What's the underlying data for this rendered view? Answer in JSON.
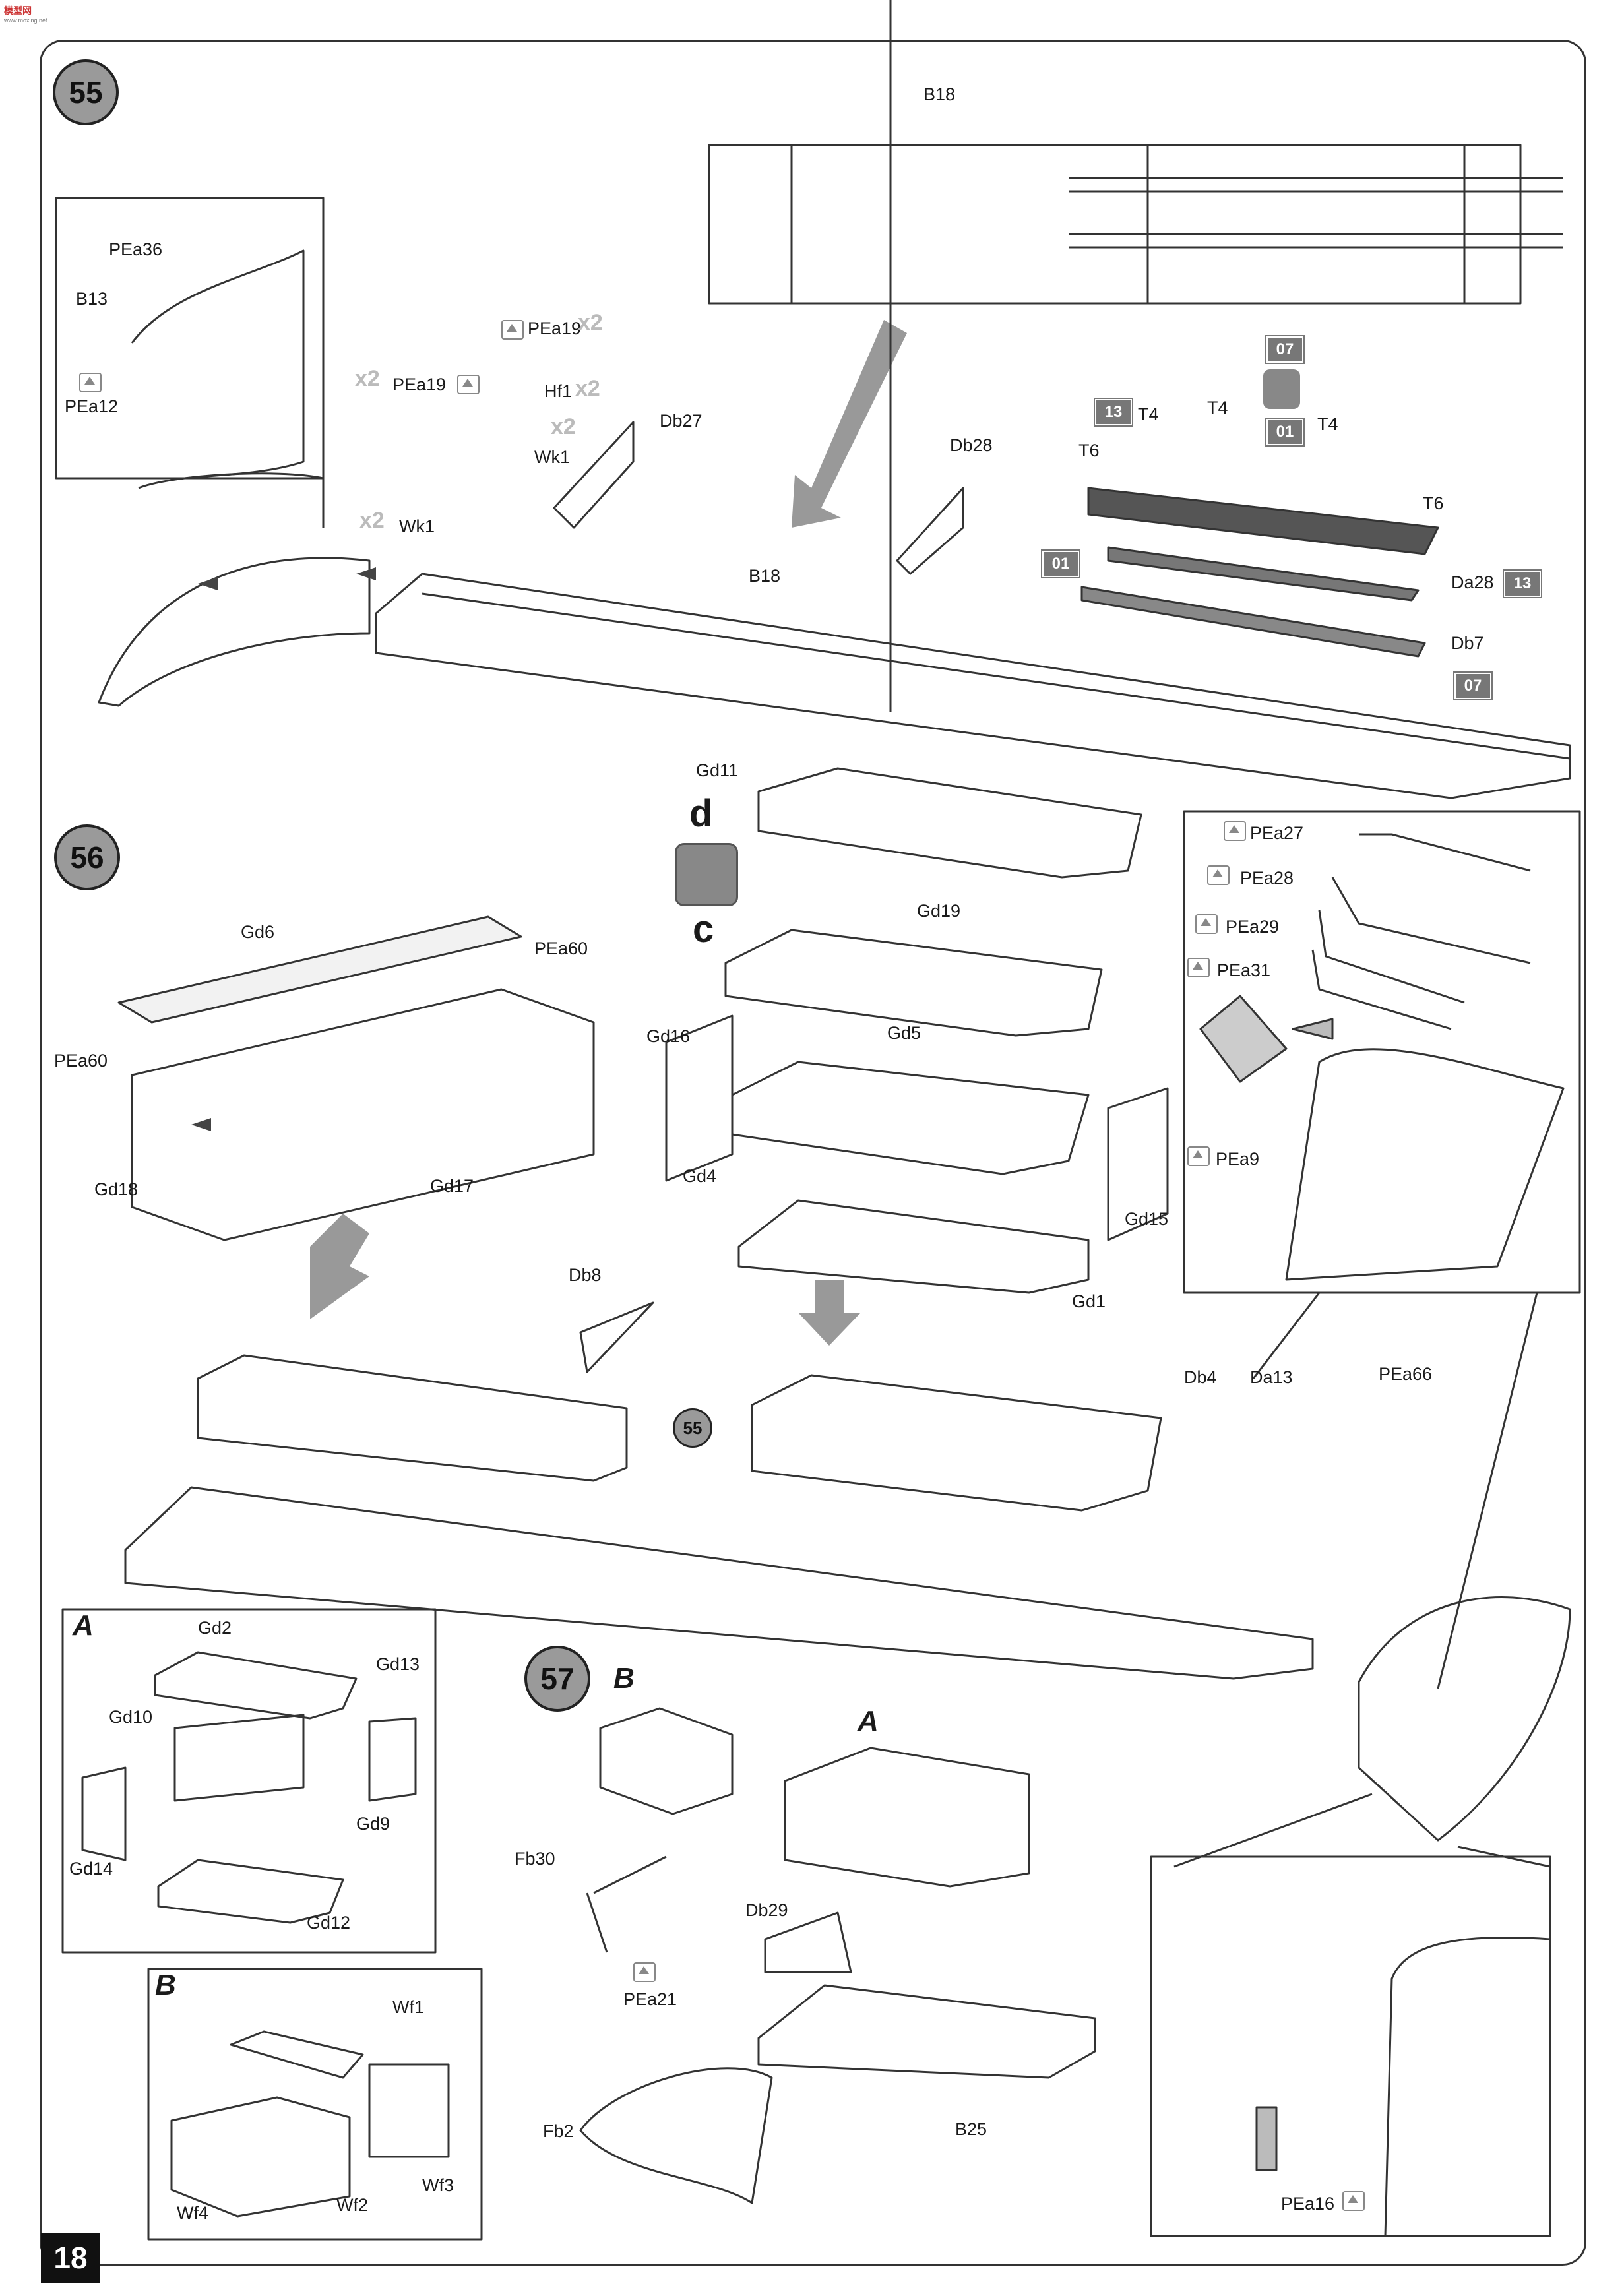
{
  "corner_logo": {
    "line1": "模型网",
    "line2": "www.moxing.net"
  },
  "page_number": "18",
  "steps": {
    "s55": "55",
    "s56": "56",
    "s57": "57",
    "ref55": "55"
  },
  "flip_marks": {
    "top": "d",
    "bottom": "c"
  },
  "color_codes": [
    "07",
    "13",
    "01",
    "01",
    "13",
    "07"
  ],
  "inset_letters": {
    "a1": "A",
    "b1": "B",
    "b2": "B",
    "a2": "A"
  },
  "multipliers": {
    "m1": "x2",
    "m2": "x2",
    "m3": "x2",
    "m4": "x2",
    "m5": "x2"
  },
  "labels55": {
    "pea36": "PEa36",
    "b13": "B13",
    "pea12": "PEa12",
    "pea19a": "PEa19",
    "pea19b": "PEa19",
    "hf1": "Hf1",
    "db27": "Db27",
    "wk1a": "Wk1",
    "wk1b": "Wk1",
    "b18a": "B18",
    "b18b": "B18",
    "db28": "Db28",
    "t4a": "T4",
    "t4b": "T4",
    "t4c": "T4",
    "t6a": "T6",
    "t6b": "T6",
    "da28": "Da28",
    "db7": "Db7"
  },
  "labels56": {
    "gd11": "Gd11",
    "gd6": "Gd6",
    "pea60a": "PEa60",
    "pea60b": "PEa60",
    "gd18": "Gd18",
    "gd17": "Gd17",
    "gd19": "Gd19",
    "gd16": "Gd16",
    "gd5": "Gd5",
    "gd4": "Gd4",
    "gd15": "Gd15",
    "gd1": "Gd1",
    "db8": "Db8",
    "db4": "Db4",
    "da13": "Da13",
    "pea66": "PEa66",
    "pea27": "PEa27",
    "pea28": "PEa28",
    "pea29": "PEa29",
    "pea31": "PEa31",
    "pea9": "PEa9"
  },
  "labels_inset_a": {
    "gd2": "Gd2",
    "gd13": "Gd13",
    "gd10": "Gd10",
    "gd9": "Gd9",
    "gd14": "Gd14",
    "gd12": "Gd12"
  },
  "labels_inset_b": {
    "wf1": "Wf1",
    "wf4": "Wf4",
    "wf2": "Wf2",
    "wf3": "Wf3"
  },
  "labels57": {
    "fb30": "Fb30",
    "db29": "Db29",
    "pea21": "PEa21",
    "fb2": "Fb2",
    "b25": "B25",
    "pea16": "PEa16"
  }
}
